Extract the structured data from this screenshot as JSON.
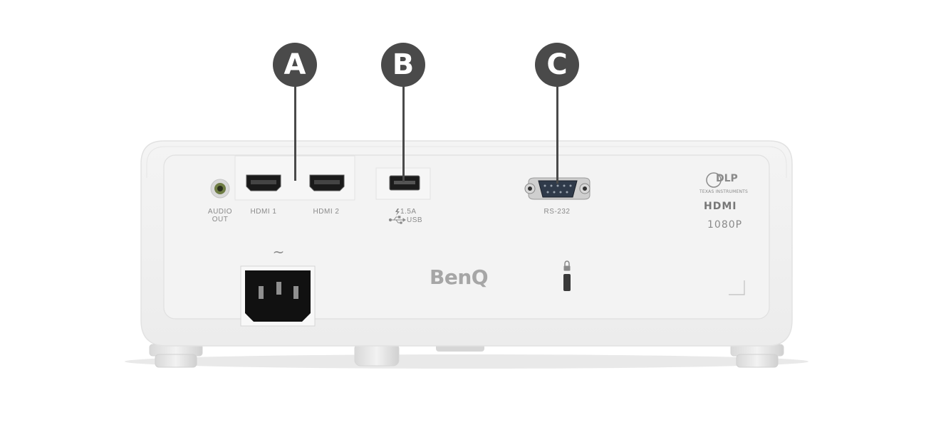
{
  "callouts": {
    "a": "A",
    "b": "B",
    "c": "C"
  },
  "ports": {
    "audio_line1": "AUDIO",
    "audio_line2": "OUT",
    "hdmi1": "HDMI 1",
    "hdmi2": "HDMI 2",
    "usb_power": "1.5A",
    "usb": "USB",
    "rs232": "RS-232"
  },
  "logos": {
    "dlp": "DLP",
    "dlp_maker": "TEXAS INSTRUMENTS",
    "hdmi": "HDMI",
    "resolution": "1080P",
    "brand": "BenQ"
  },
  "power_symbol": "~",
  "icons": [
    "lock-icon",
    "usb-icon",
    "lightning-icon",
    "ac-power-icon"
  ]
}
